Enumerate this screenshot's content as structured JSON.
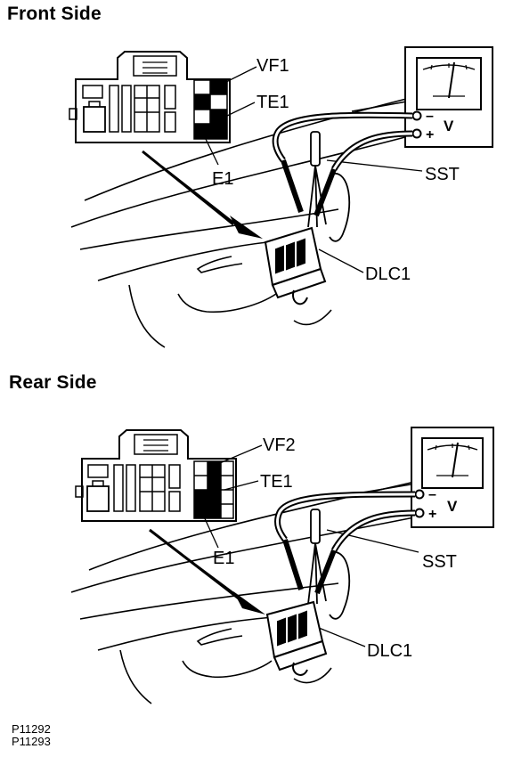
{
  "sections": [
    {
      "heading": "Front Side",
      "labels": {
        "terminal_top": "VF1",
        "terminal_mid": "TE1",
        "terminal_low": "E1",
        "tool": "SST",
        "connector": "DLC1"
      },
      "meter": {
        "minus": "–",
        "plus": "+",
        "unit": "V"
      }
    },
    {
      "heading": "Rear Side",
      "labels": {
        "terminal_top": "VF2",
        "terminal_mid": "TE1",
        "terminal_low": "E1",
        "tool": "SST",
        "connector": "DLC1"
      },
      "meter": {
        "minus": "–",
        "plus": "+",
        "unit": "V"
      }
    }
  ],
  "figure_codes": [
    "P11292",
    "P11293"
  ]
}
